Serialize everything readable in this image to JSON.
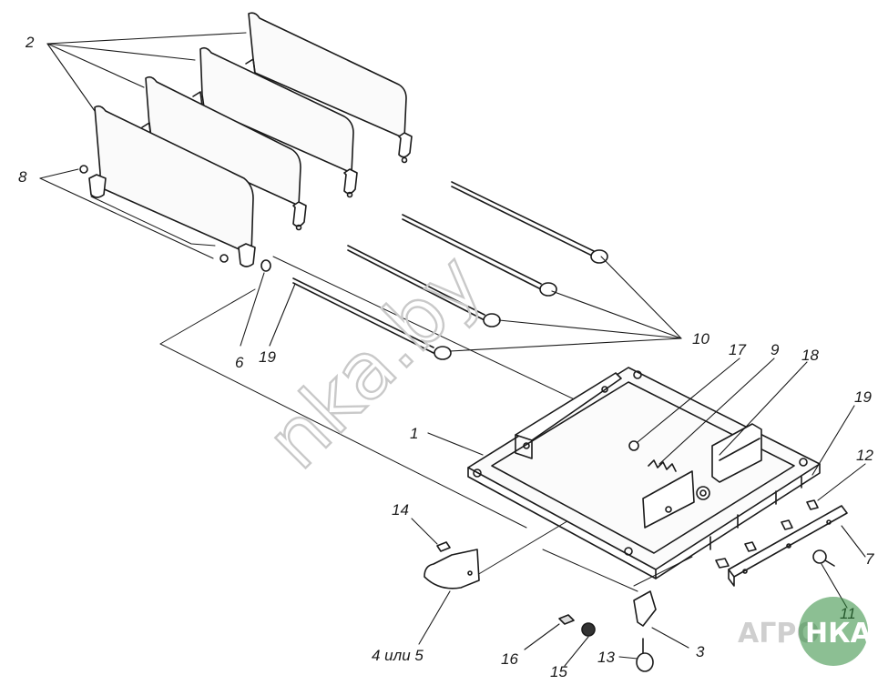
{
  "labels": {
    "l2": "2",
    "l8": "8",
    "l6": "6",
    "l19a": "19",
    "l10": "10",
    "l17": "17",
    "l9": "9",
    "l18": "18",
    "l1": "1",
    "l19b": "19",
    "l12": "12",
    "l7": "7",
    "l14": "14",
    "l4or5": "4 или 5",
    "l16": "16",
    "l15": "15",
    "l13": "13",
    "l3": "3",
    "l11": "11"
  },
  "watermark": {
    "text": "nka.by",
    "logo_left": "АГРО",
    "logo_right": "НКА"
  },
  "colors": {
    "line": "#1a1a1a",
    "watermark": "#c9c9c9",
    "logo_green": "#2e8b3a"
  }
}
